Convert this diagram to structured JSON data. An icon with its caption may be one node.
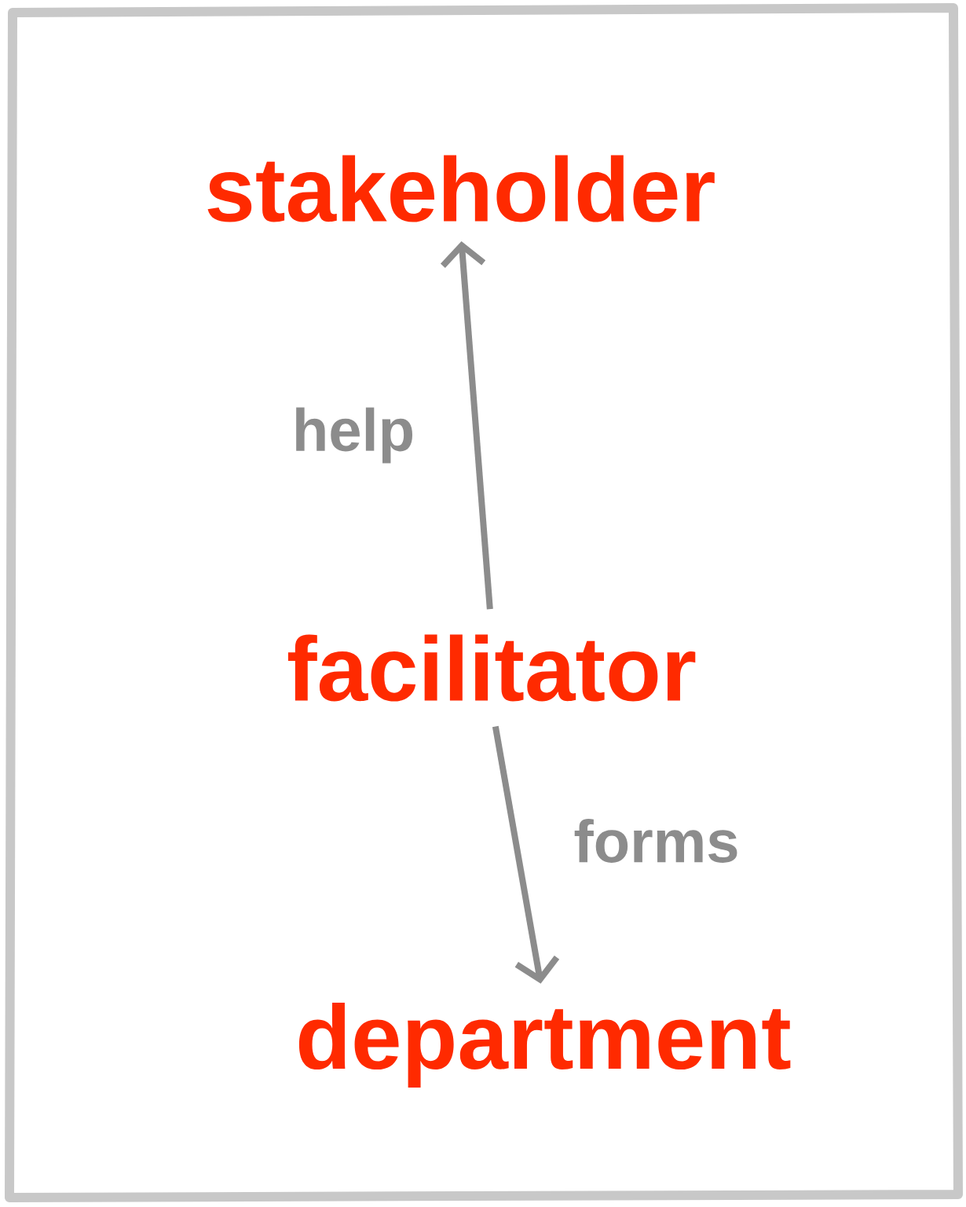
{
  "diagram": {
    "nodes": [
      {
        "text": [
          "stakeholder"
        ]
      },
      {
        "text": [
          "facilitator"
        ]
      },
      {
        "text": [
          "department"
        ]
      }
    ],
    "edges": [
      {
        "from": 1,
        "to": 0,
        "arrow": "to",
        "label": "help"
      },
      {
        "from": 1,
        "to": 2,
        "arrow": "to",
        "label": "forms"
      }
    ]
  }
}
